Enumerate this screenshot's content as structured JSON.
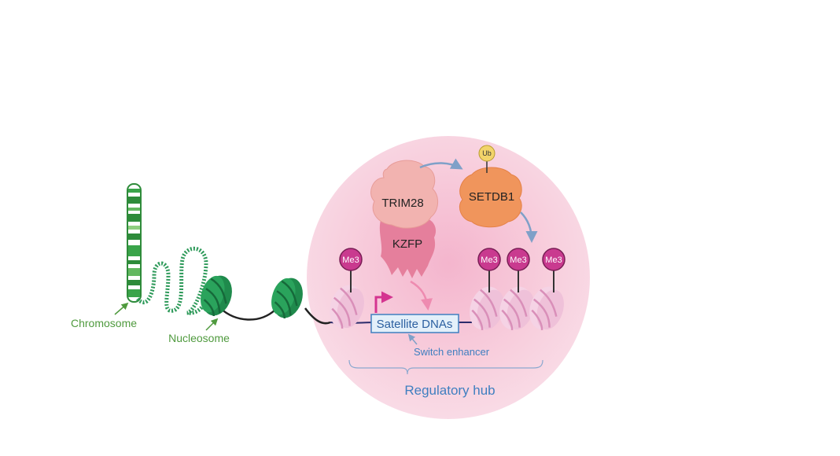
{
  "labels": {
    "chromosome": "Chromosome",
    "nucleosome": "Nucleosome",
    "trim28": "TRIM28",
    "kzfp": "KZFP",
    "setdb1": "SETDB1",
    "ub": "Ub",
    "me3": "Me3",
    "satellite": "Satellite DNAs",
    "switch_enhancer": "Switch enhancer",
    "regulatory_hub": "Regulatory hub"
  },
  "colors": {
    "green_label": "#4f9a3e",
    "blue_label": "#3f7fc0",
    "hub_fill": "#f7c8d8",
    "trim28": "#f2b3b0",
    "kzfp": "#e57f9c",
    "setdb1": "#f0955c",
    "ub": "#f2d46a",
    "me3": "#c93a8f",
    "nucleosome_green": "#1f8a4c",
    "nucleosome_pink": "#efc1d9",
    "arrow_blue": "#7fa0c8",
    "arrow_pink": "#ee8bb0",
    "tss_arrow": "#d43590"
  }
}
